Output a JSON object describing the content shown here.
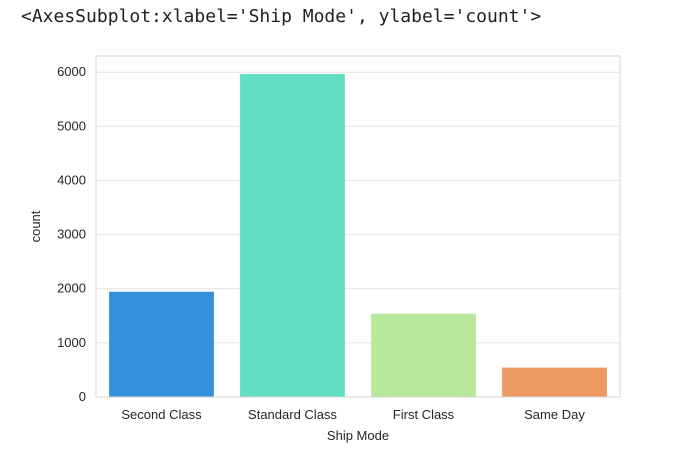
{
  "output": {
    "repr": "<AxesSubplot:xlabel='Ship Mode', ylabel='count'>"
  },
  "chart_data": {
    "type": "bar",
    "categories": [
      "Second Class",
      "Standard Class",
      "First Class",
      "Same Day"
    ],
    "values": [
      1945,
      5968,
      1538,
      543
    ],
    "xlabel": "Ship Mode",
    "ylabel": "count",
    "ylim": [
      0,
      6300
    ],
    "yticks": [
      0,
      1000,
      2000,
      3000,
      4000,
      5000,
      6000
    ],
    "grid": true,
    "colors": [
      "#3590dc",
      "#61dec3",
      "#b7e89c",
      "#ed9a62"
    ],
    "grid_color": "#e4e4e4",
    "spine_color": "#d6d6d6"
  }
}
